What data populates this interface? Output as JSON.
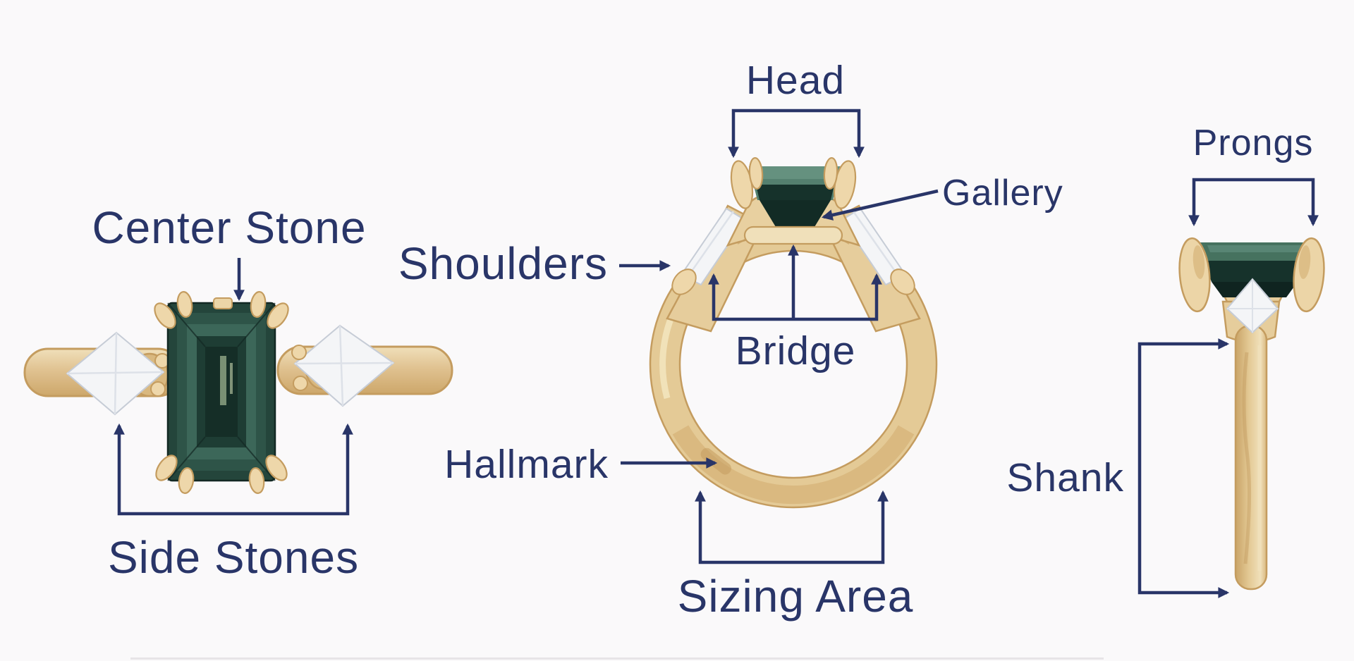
{
  "diagram": {
    "name": "ring-anatomy-diagram",
    "background": "#faf9fa",
    "label_color": "#293568",
    "line_color": "#293568",
    "metal_gold": "#e4ca96",
    "metal_gold_dark": "#c49c5f",
    "metal_gold_light": "#f0e0ba",
    "stone_green_dark": "#16322b",
    "stone_green_light": "#65917f",
    "accent_stone_white": "#f4f5f7"
  },
  "labels": {
    "center_stone": "Center Stone",
    "side_stones": "Side Stones",
    "head": "Head",
    "gallery": "Gallery",
    "shoulders": "Shoulders",
    "bridge": "Bridge",
    "hallmark": "Hallmark",
    "sizing_area": "Sizing Area",
    "prongs": "Prongs",
    "shank": "Shank"
  }
}
